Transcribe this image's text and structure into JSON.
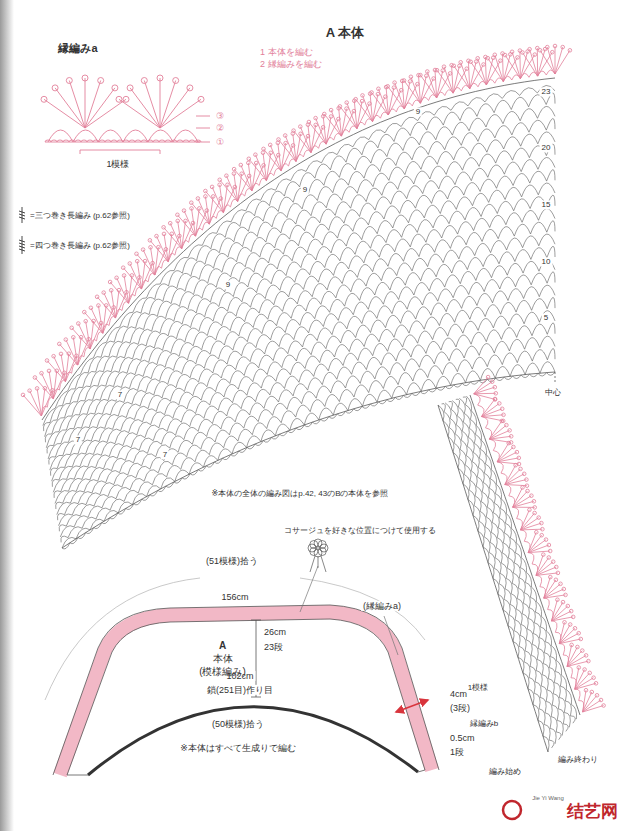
{
  "diagram": {
    "title": "A 本体",
    "nodes": [
      {
        "text": [
          "A",
          "本体",
          "(模様編み)"
        ]
      }
    ],
    "labels": [
      "縁編みa",
      "③",
      "②",
      "①",
      "1模様",
      "1 本体を編む",
      "2 縁編みを編む",
      "23",
      "20",
      "15",
      "10",
      "5",
      "9",
      "9",
      "9",
      "7",
      "7",
      "7",
      "中心",
      "※本体の全体の編み図はp.42, 43のBの本体を参照",
      "コサージュを好きな位置につけて使用する",
      "(51模様)拾う",
      "156cm",
      "26cm",
      "23段",
      "(縁編みa)",
      "102cm",
      "鎖(251目)作り目",
      "4cm",
      "(3段)",
      "(50模様)拾う",
      "0.5cm",
      "1段",
      "※本体はすべて生成りで編む",
      "1模様",
      "縁編みb",
      "編み始め",
      "編み終わり",
      "Jie Yi Wang",
      "结艺网"
    ],
    "legend": [
      {
        "text": "=三つ巻き長編み (p.62参照)"
      },
      {
        "text": "=四つ巻き長編み (p.62参照)"
      }
    ]
  }
}
